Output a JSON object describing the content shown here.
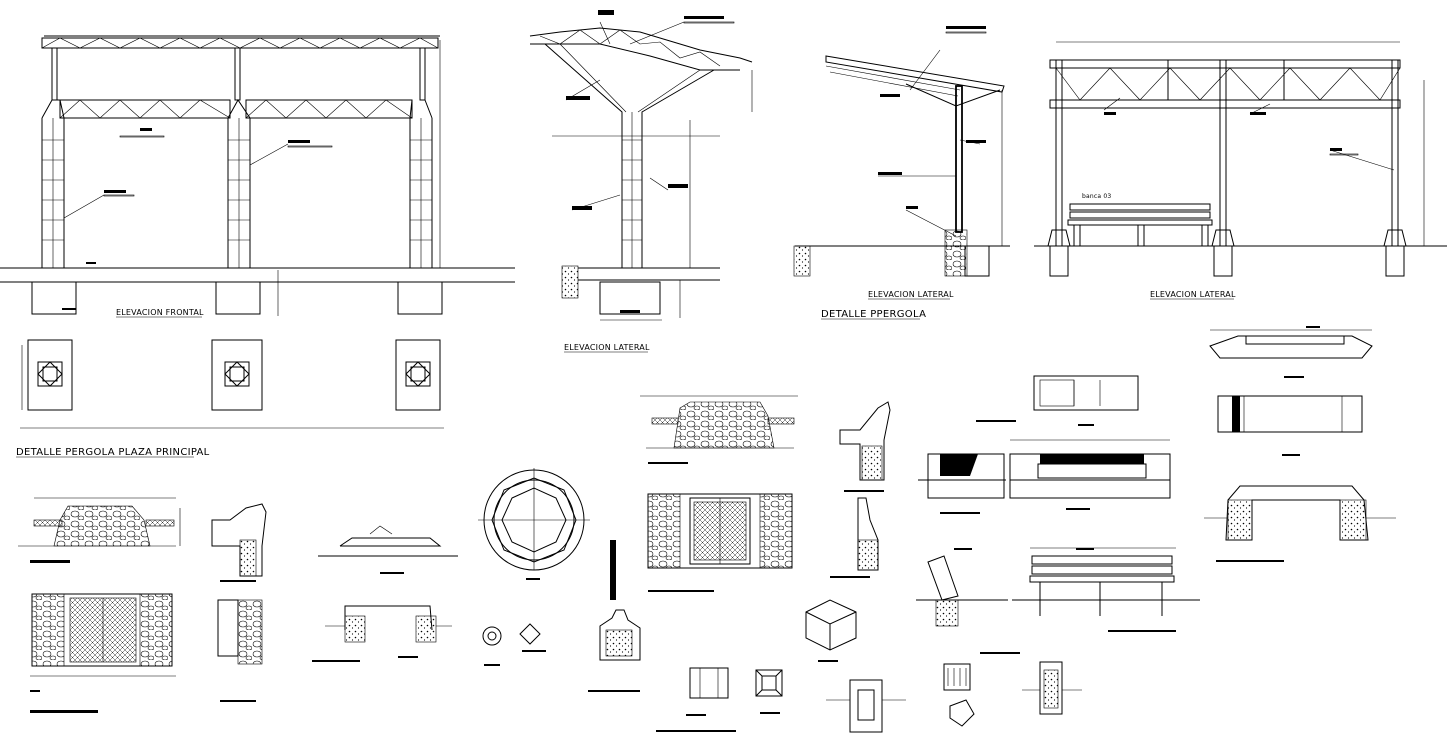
{
  "labels": {
    "elevacion_frontal": "ELEVACION FRONTAL",
    "elevacion_lateral_1": "ELEVACION LATERAL",
    "elevacion_lateral_2": "ELEVACION LATERAL",
    "elevacion_lateral_3": "ELEVACION LATERAL",
    "detalle_ppergola": "DETALLE PPERGOLA",
    "detalle_pergola_plaza": "DETALLE PERGOLA PLAZA PRINCIPAL",
    "banca": "banca 03"
  }
}
